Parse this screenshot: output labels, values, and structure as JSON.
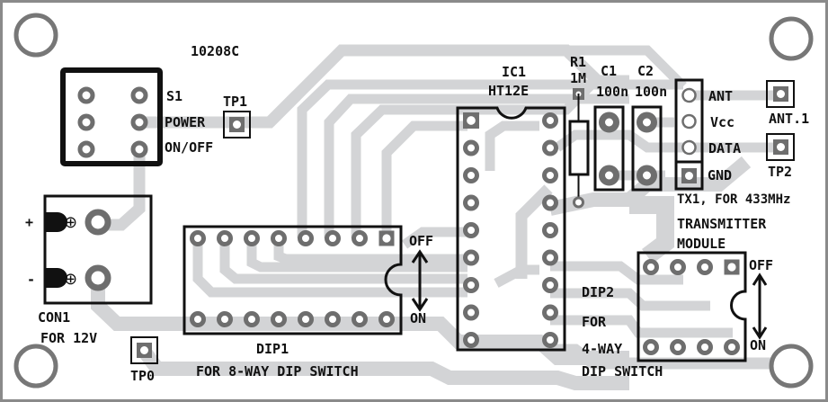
{
  "board": {
    "code": "10208C",
    "colors": {
      "background": "#ffffff",
      "border": "#8a8a8a",
      "trace": "#d3d4d6",
      "pad": "#6e6e6e",
      "silkscreen": "#111111"
    }
  },
  "s1": {
    "ref": "S1",
    "line1": "POWER",
    "line2": "ON/OFF"
  },
  "tp1": {
    "ref": "TP1"
  },
  "tp0": {
    "ref": "TP0"
  },
  "tp2": {
    "ref": "TP2"
  },
  "ant1": {
    "ref": "ANT.1"
  },
  "con1": {
    "ref": "CON1",
    "note": "FOR 12V",
    "plus": "+",
    "minus": "-",
    "polarity_symbol": "⊕"
  },
  "dip1": {
    "ref": "DIP1",
    "note": "FOR 8-WAY DIP SWITCH",
    "off": "OFF",
    "on": "ON",
    "pins_per_row": 8
  },
  "ic1": {
    "ref": "IC1",
    "part": "HT12E",
    "pins_per_side": 9
  },
  "r1": {
    "ref": "R1",
    "value": "1M"
  },
  "c1": {
    "ref": "C1",
    "value": "100n"
  },
  "c2": {
    "ref": "C2",
    "value": "100n"
  },
  "tx1": {
    "pins": [
      "ANT",
      "Vcc",
      "DATA",
      "GND"
    ],
    "line1": "TX1, FOR 433MHz",
    "line2": "TRANSMITTER",
    "line3": "MODULE"
  },
  "dip2": {
    "ref": "DIP2",
    "line1": "FOR",
    "line2": "4-WAY",
    "line3": "DIP SWITCH",
    "off": "OFF",
    "on": "ON",
    "pins_per_row": 4
  }
}
